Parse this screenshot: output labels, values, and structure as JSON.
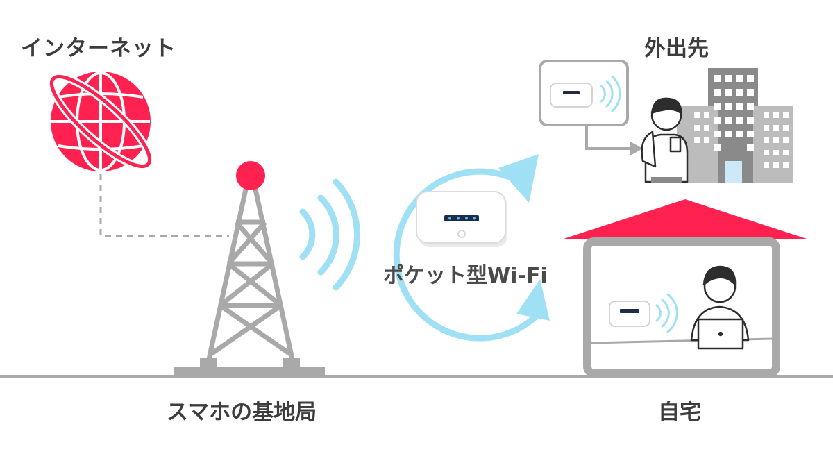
{
  "labels": {
    "internet": "インターネット",
    "outside": "外出先",
    "base_station": "スマホの基地局",
    "pocket_wifi": "ポケット型Wi-Fi",
    "home": "自宅"
  },
  "icons": {
    "internet": "globe-icon",
    "tower": "cell-tower-icon",
    "signal": "signal-waves-icon",
    "router": "pocket-wifi-router-icon",
    "building": "office-building-icon",
    "house": "house-icon",
    "person_outside": "person-with-phone-icon",
    "person_home": "person-with-laptop-icon"
  },
  "colors": {
    "accent_red": "#ff2250",
    "signal_blue": "#a0e0f4",
    "structure_gray": "#a9a9a9",
    "text_dark": "#3d3d3d",
    "building_gray": "#8a8a8a"
  }
}
